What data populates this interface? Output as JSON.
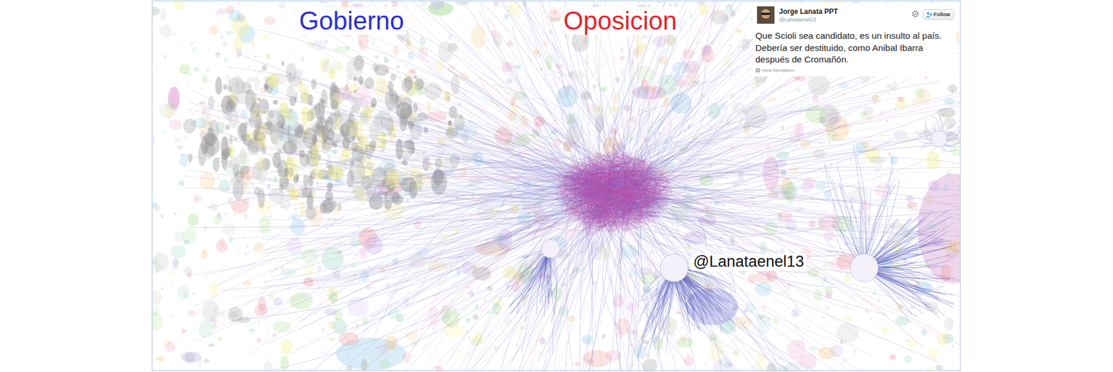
{
  "diagram": {
    "nodes": [
      {
        "text": [
          "Jorge Lanata PPT",
          "@Lanataenel13",
          "Follow",
          "Que Scioli sea candidato, es un insulto al país. Debería ser destituido, como Anibal Ibarra después de Cromañón.",
          "View translation"
        ]
      }
    ],
    "labels": [
      "Gobierno",
      "Oposicion",
      "@Lanataenel13"
    ]
  }
}
